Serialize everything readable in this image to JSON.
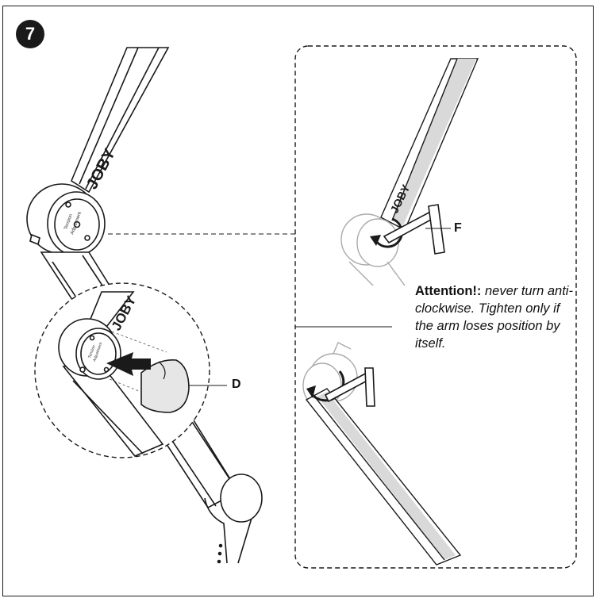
{
  "step": {
    "number": "7"
  },
  "callouts": {
    "d": "D",
    "f": "F"
  },
  "brand": {
    "logo": "JOBY"
  },
  "knob": {
    "label_line1": "Tension",
    "label_line2": "Adjustment"
  },
  "attention": {
    "lead": "Attention!:",
    "body": " never turn anti-clockwise. Tighten only if the arm loses position by itself."
  },
  "colors": {
    "line": "#1a1a1a",
    "cap_fill": "#e6e6e6",
    "arm_shade": "#d9d9d9"
  }
}
